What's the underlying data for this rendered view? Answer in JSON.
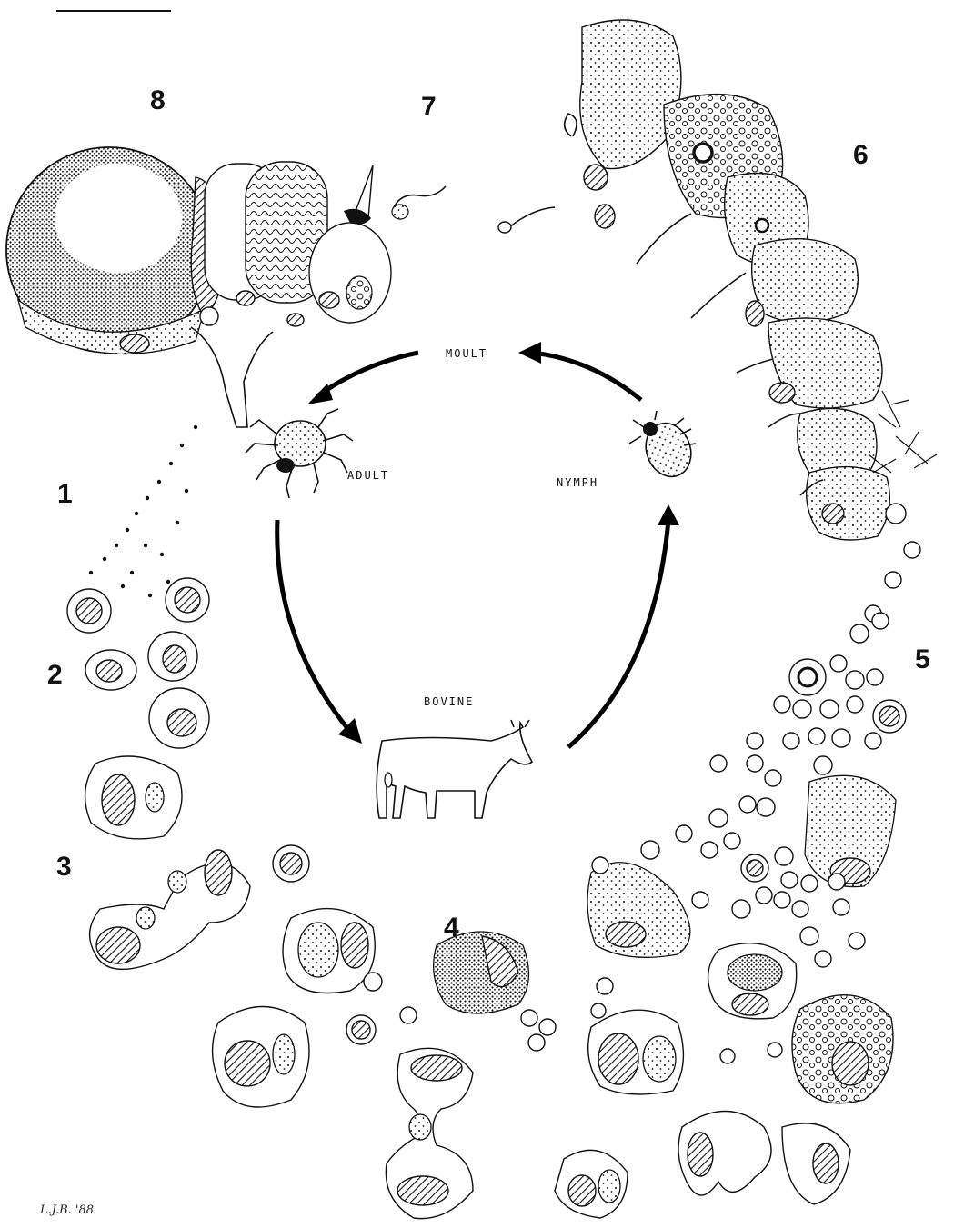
{
  "diagram": {
    "stage_numbers": [
      "1",
      "2",
      "3",
      "4",
      "5",
      "6",
      "7",
      "8"
    ],
    "cycle_labels": {
      "moult": "MOULT",
      "adult": "ADULT",
      "nymph": "NYMPH",
      "bovine": "BOVINE"
    },
    "signature": "L.J.B. '88",
    "colors": {
      "ink": "#111111",
      "background": "#ffffff"
    },
    "icons": [
      "tick-adult-icon",
      "tick-nymph-icon",
      "bovine-icon"
    ]
  }
}
